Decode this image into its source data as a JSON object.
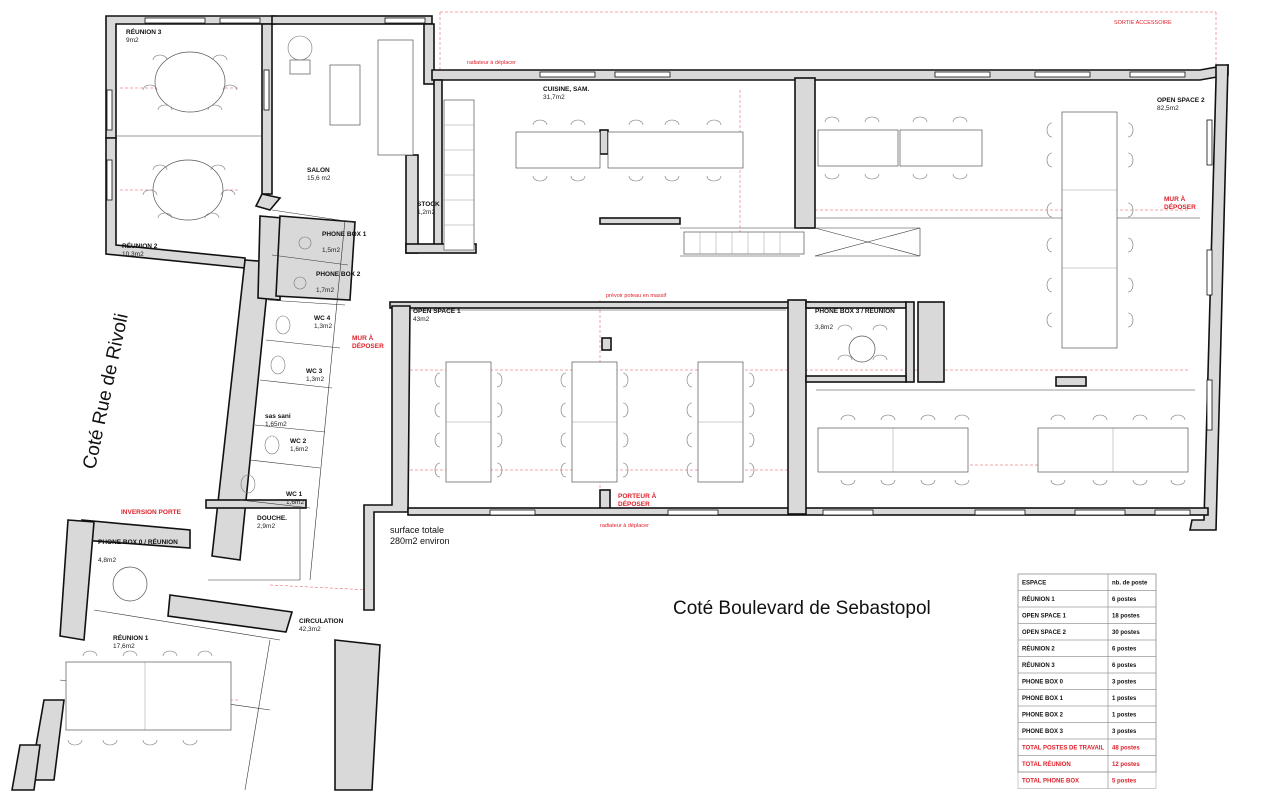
{
  "rooms": {
    "reunion3": {
      "name": "RÉUNION 3",
      "area": "9m2"
    },
    "reunion2": {
      "name": "RÉUNION 2",
      "area": "10,3m2"
    },
    "salon": {
      "name": "SALON",
      "area": "15,6 m2"
    },
    "cuisine": {
      "name": "CUISINE, SAM.",
      "area": "31,7m2"
    },
    "stock": {
      "name": "STOCK",
      "area": "1,2m2"
    },
    "openspace2": {
      "name": "OPEN SPACE 2",
      "area": "82,5m2"
    },
    "phonebox1": {
      "name": "PHONE BOX 1",
      "area": "1,5m2"
    },
    "phonebox2": {
      "name": "PHONE BOX 2",
      "area": "1,7m2"
    },
    "wc4": {
      "name": "WC 4",
      "area": "1,3m2"
    },
    "wc3": {
      "name": "WC 3",
      "area": "1,3m2"
    },
    "sassani": {
      "name": "sas sani",
      "area": "1,65m2"
    },
    "wc2": {
      "name": "WC 2",
      "area": "1,6m2"
    },
    "wc1": {
      "name": "WC 1",
      "area": "1,6m2"
    },
    "douche": {
      "name": "DOUCHE.",
      "area": "2,9m2"
    },
    "openspace1": {
      "name": "OPEN SPACE 1",
      "area": "43m2"
    },
    "phonebox3": {
      "name": "PHONE BOX 3 / RÉUNION",
      "area": "3,8m2"
    },
    "phonebox0": {
      "name": "PHONE BOX 0 / RÉUNION",
      "area": "4,8m2"
    },
    "reunion1": {
      "name": "RÉUNION 1",
      "area": "17,6m2"
    },
    "circulation": {
      "name": "CIRCULATION",
      "area": "42,3m2"
    }
  },
  "notes": {
    "radiateur_top": "radiateur à déplacer",
    "radiateur_bottom": "radiateur à déplacer",
    "sortie": "SORTIE ACCESSOIRE",
    "mur_right": "MUR À DÉPOSER",
    "mur_left": "MUR À DÉPOSER",
    "poteau": "prévoir poteau en massif",
    "porteur": "PORTEUR À DÉPOSER",
    "inversion": "INVERSION PORTE"
  },
  "surface": {
    "line1": "surface totale",
    "line2": "280m2 environ"
  },
  "street_left": "Coté Rue de Rivoli",
  "street_bottom": "Coté Boulevard de Sebastopol",
  "table": {
    "headers": [
      "ESPACE",
      "nb. de poste"
    ],
    "rows": [
      {
        "espace": "RÉUNION 1",
        "postes": "6 postes",
        "total": false
      },
      {
        "espace": "OPEN SPACE 1",
        "postes": "18 postes",
        "total": false
      },
      {
        "espace": "OPEN SPACE 2",
        "postes": "30 postes",
        "total": false
      },
      {
        "espace": "RÉUNION 2",
        "postes": "6 postes",
        "total": false
      },
      {
        "espace": "RÉUNION 3",
        "postes": "6 postes",
        "total": false
      },
      {
        "espace": "PHONE BOX 0",
        "postes": "3 postes",
        "total": false
      },
      {
        "espace": "PHONE BOX 1",
        "postes": "1 postes",
        "total": false
      },
      {
        "espace": "PHONE BOX 2",
        "postes": "1 postes",
        "total": false
      },
      {
        "espace": "PHONE BOX 3",
        "postes": "3 postes",
        "total": false
      },
      {
        "espace": "TOTAL POSTES DE TRAVAIL",
        "postes": "48 postes",
        "total": true
      },
      {
        "espace": "TOTAL RÉUNION",
        "postes": "12 postes",
        "total": true
      },
      {
        "espace": "TOTAL PHONE BOX",
        "postes": "5 postes",
        "total": true
      }
    ]
  },
  "colors": {
    "wall": "#d9d9d9",
    "accent_red": "#e0202a",
    "ink": "#111111"
  }
}
